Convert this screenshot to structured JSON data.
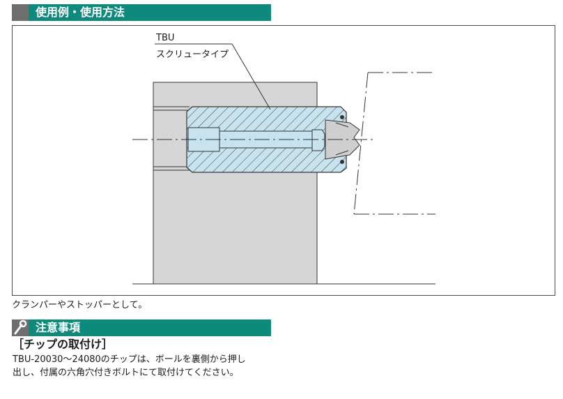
{
  "section1": {
    "title": "使用例・使用方法"
  },
  "diagram": {
    "label_model": "TBU",
    "label_type": "スクリュータイプ",
    "caption": "クランパーやストッパーとして。"
  },
  "section2": {
    "title": "注意事項",
    "icon": "wrench-icon",
    "subheading": "［チップの取付け］",
    "body_line1": "TBU-20030〜24080のチップは、ボールを裏側から押し",
    "body_line2": "出し、付属の六角穴付きボルトにて取付けてください。"
  },
  "colors": {
    "header": "#0e8a7c",
    "header_square": "#6e6e6e",
    "part_fill": "#c6e3ef",
    "block_fill": "#d6d6d6"
  }
}
